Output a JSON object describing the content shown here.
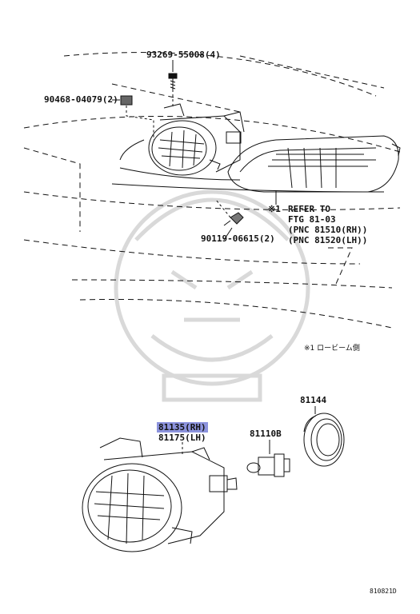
{
  "parts": {
    "bolt_top": "93269-55008(4)",
    "clip_left": "90468-04079(2)",
    "screw_mid": "90119-06615(2)",
    "fog_lamp_rh": "81135(RH)",
    "fog_lamp_lh": "81175(LH)",
    "bulb": "81110B",
    "seal": "81144"
  },
  "note": {
    "mark": "※1",
    "line1": "REFER TO",
    "line2": "FTG 81-03",
    "line3": "(PNC 81510(RH))",
    "line4": "(PNC 81520(LH))",
    "jp": "※1 ロービーム側"
  },
  "diagram_code": "810821D",
  "colors": {
    "line": "#111111",
    "highlight": "#8c93dd",
    "watermark": "#d9d9d9"
  }
}
